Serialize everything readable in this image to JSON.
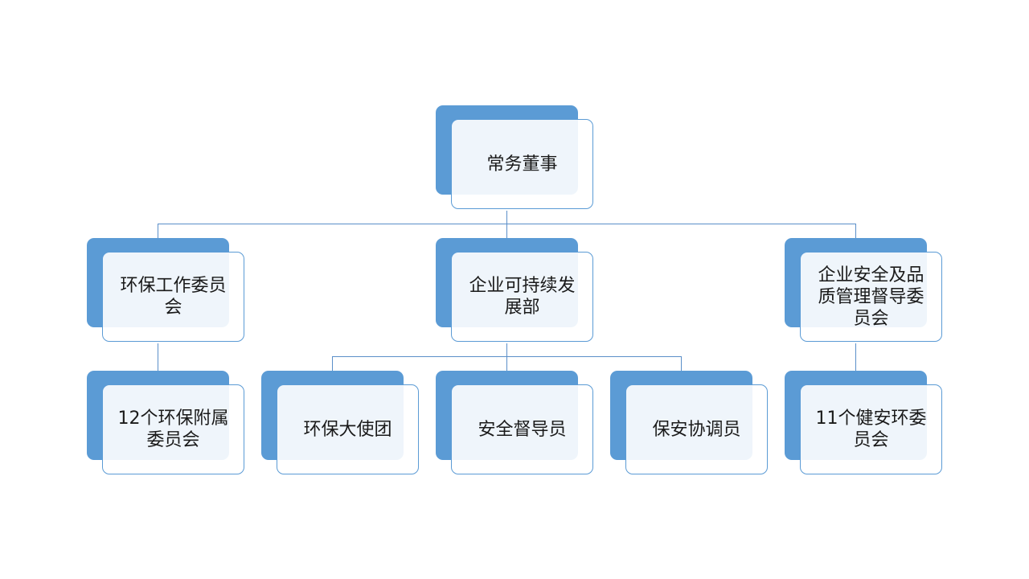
{
  "org_chart": {
    "root": {
      "label": "常务董事"
    },
    "level1": {
      "env_committee": {
        "label": "环保工作委员会"
      },
      "sustainability_dept": {
        "label": "企业可持续发展部"
      },
      "safety_quality_committee": {
        "label": "企业安全及品质管理督导委员会"
      }
    },
    "level2": {
      "env_affiliated_committees": {
        "label": "12个环保附属委员会"
      },
      "env_ambassadors": {
        "label": "环保大使团"
      },
      "safety_supervisors": {
        "label": "安全督导员"
      },
      "security_coordinators": {
        "label": "保安协调员"
      },
      "health_safety_env_committees": {
        "label": "11个健安环委员会"
      }
    }
  },
  "colors": {
    "accent": "#5b9bd5",
    "connector": "#5b8fc9",
    "text": "#1a1a1a"
  }
}
